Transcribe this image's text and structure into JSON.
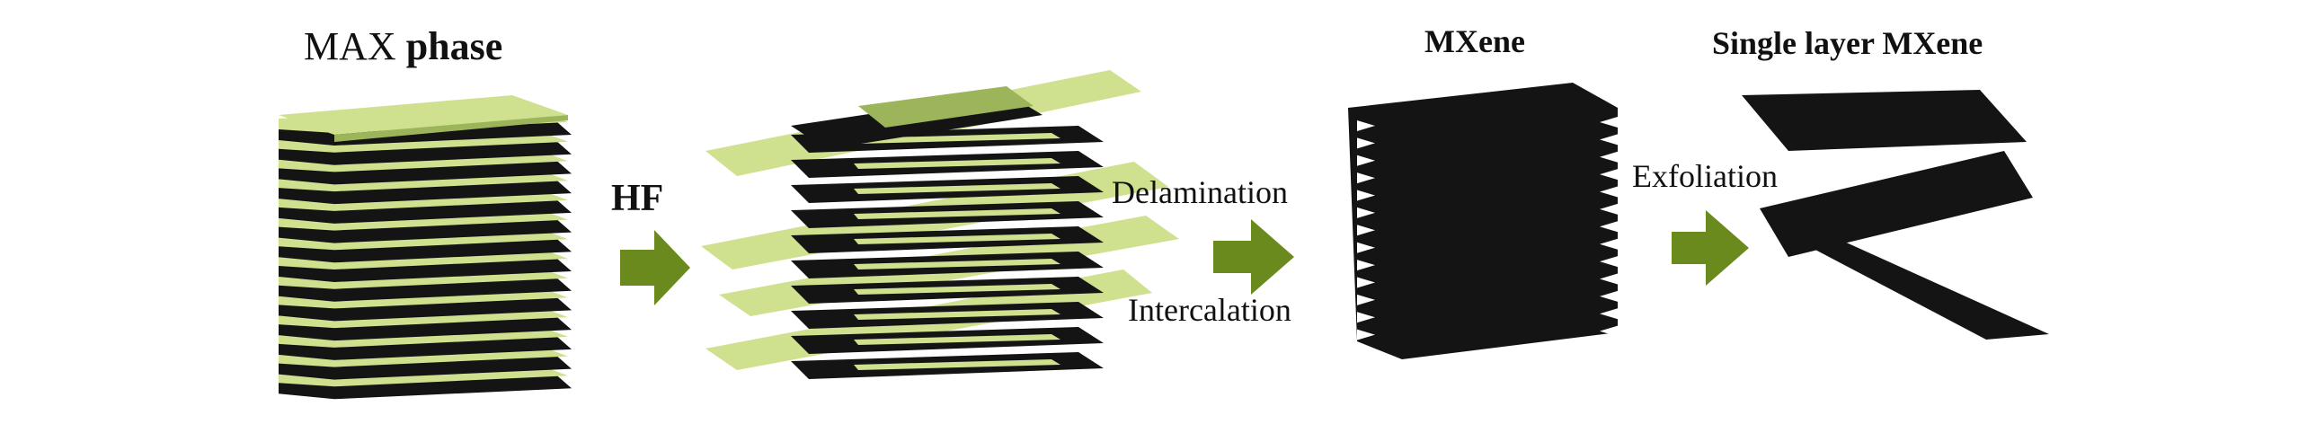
{
  "labels": {
    "max_phase_pre": "MAX ",
    "max_phase_bold": "phase",
    "hf": "HF",
    "delamination": "Delamination",
    "intercalation": "Intercalation",
    "mxene": "MXene",
    "exfoliation": "Exfoliation",
    "single_layer": "Single layer MXene"
  },
  "colors": {
    "layer_light": "#cfe08f",
    "layer_light_dark_edge": "#9db55a",
    "layer_dark": "#141414",
    "arrow": "#6b8a1e",
    "background": "#ffffff"
  },
  "stack_counts": {
    "max_phase_layers": 14,
    "mxene_ridges": 13
  }
}
